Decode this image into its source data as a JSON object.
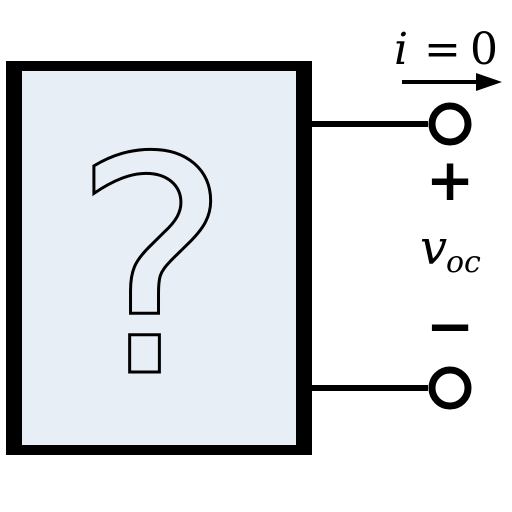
{
  "diagram": {
    "box": {
      "symbol": "?",
      "fill_color": "#e7eef5",
      "border_color": "#000000"
    },
    "current_label": {
      "variable": "i",
      "relation": "=",
      "value": "0"
    },
    "voltage_label": {
      "variable": "v",
      "subscript": "oc"
    },
    "polarity": {
      "positive": "+",
      "negative": "−"
    }
  }
}
